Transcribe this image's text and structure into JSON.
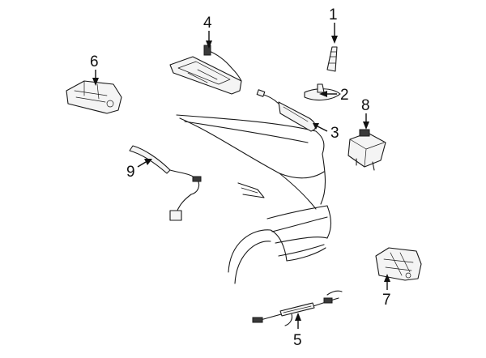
{
  "callouts": {
    "c1": "1",
    "c2": "2",
    "c3": "3",
    "c4": "4",
    "c5": "5",
    "c6": "6",
    "c7": "7",
    "c8": "8",
    "c9": "9"
  },
  "colors": {
    "line": "#1a1a1a",
    "part_fill": "#f4f4f4",
    "background": "#ffffff"
  }
}
